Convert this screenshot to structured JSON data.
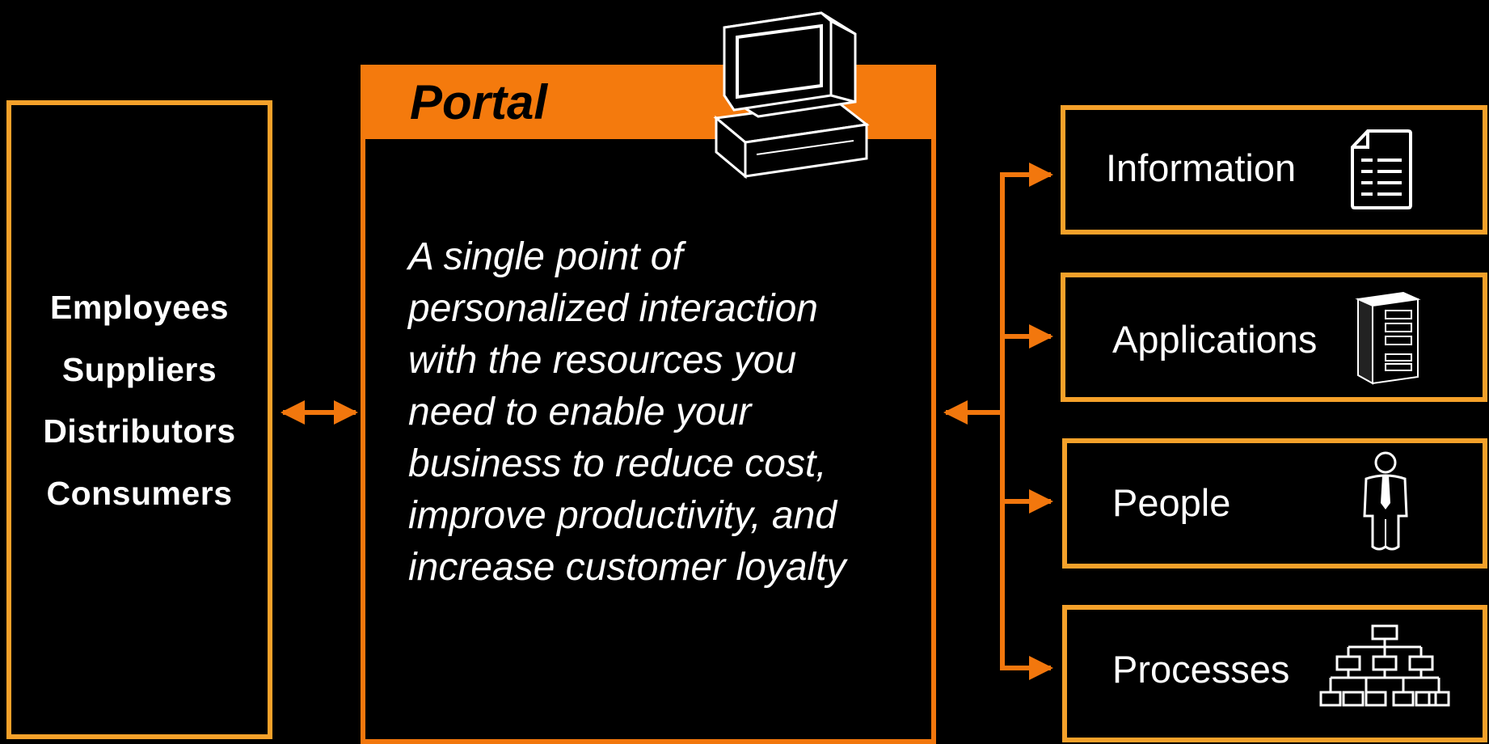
{
  "users": {
    "items": [
      "Employees",
      "Suppliers",
      "Distributors",
      "Consumers"
    ]
  },
  "portal": {
    "title": "Portal",
    "description_lines": [
      "A single point of",
      "personalized interaction",
      "with the resources you",
      "need to enable your",
      "business to reduce cost,",
      "improve productivity, and",
      "increase customer loyalty"
    ]
  },
  "resources": {
    "information": {
      "label": "Information",
      "icon": "document-icon"
    },
    "applications": {
      "label": "Applications",
      "icon": "server-icon"
    },
    "people": {
      "label": "People",
      "icon": "person-icon"
    },
    "processes": {
      "label": "Processes",
      "icon": "org-chart-icon"
    }
  },
  "colors": {
    "background": "#000000",
    "portal_orange": "#f47a0d",
    "box_border_light": "#f5a12a",
    "connector": "#f2770d",
    "text": "#ffffff"
  }
}
